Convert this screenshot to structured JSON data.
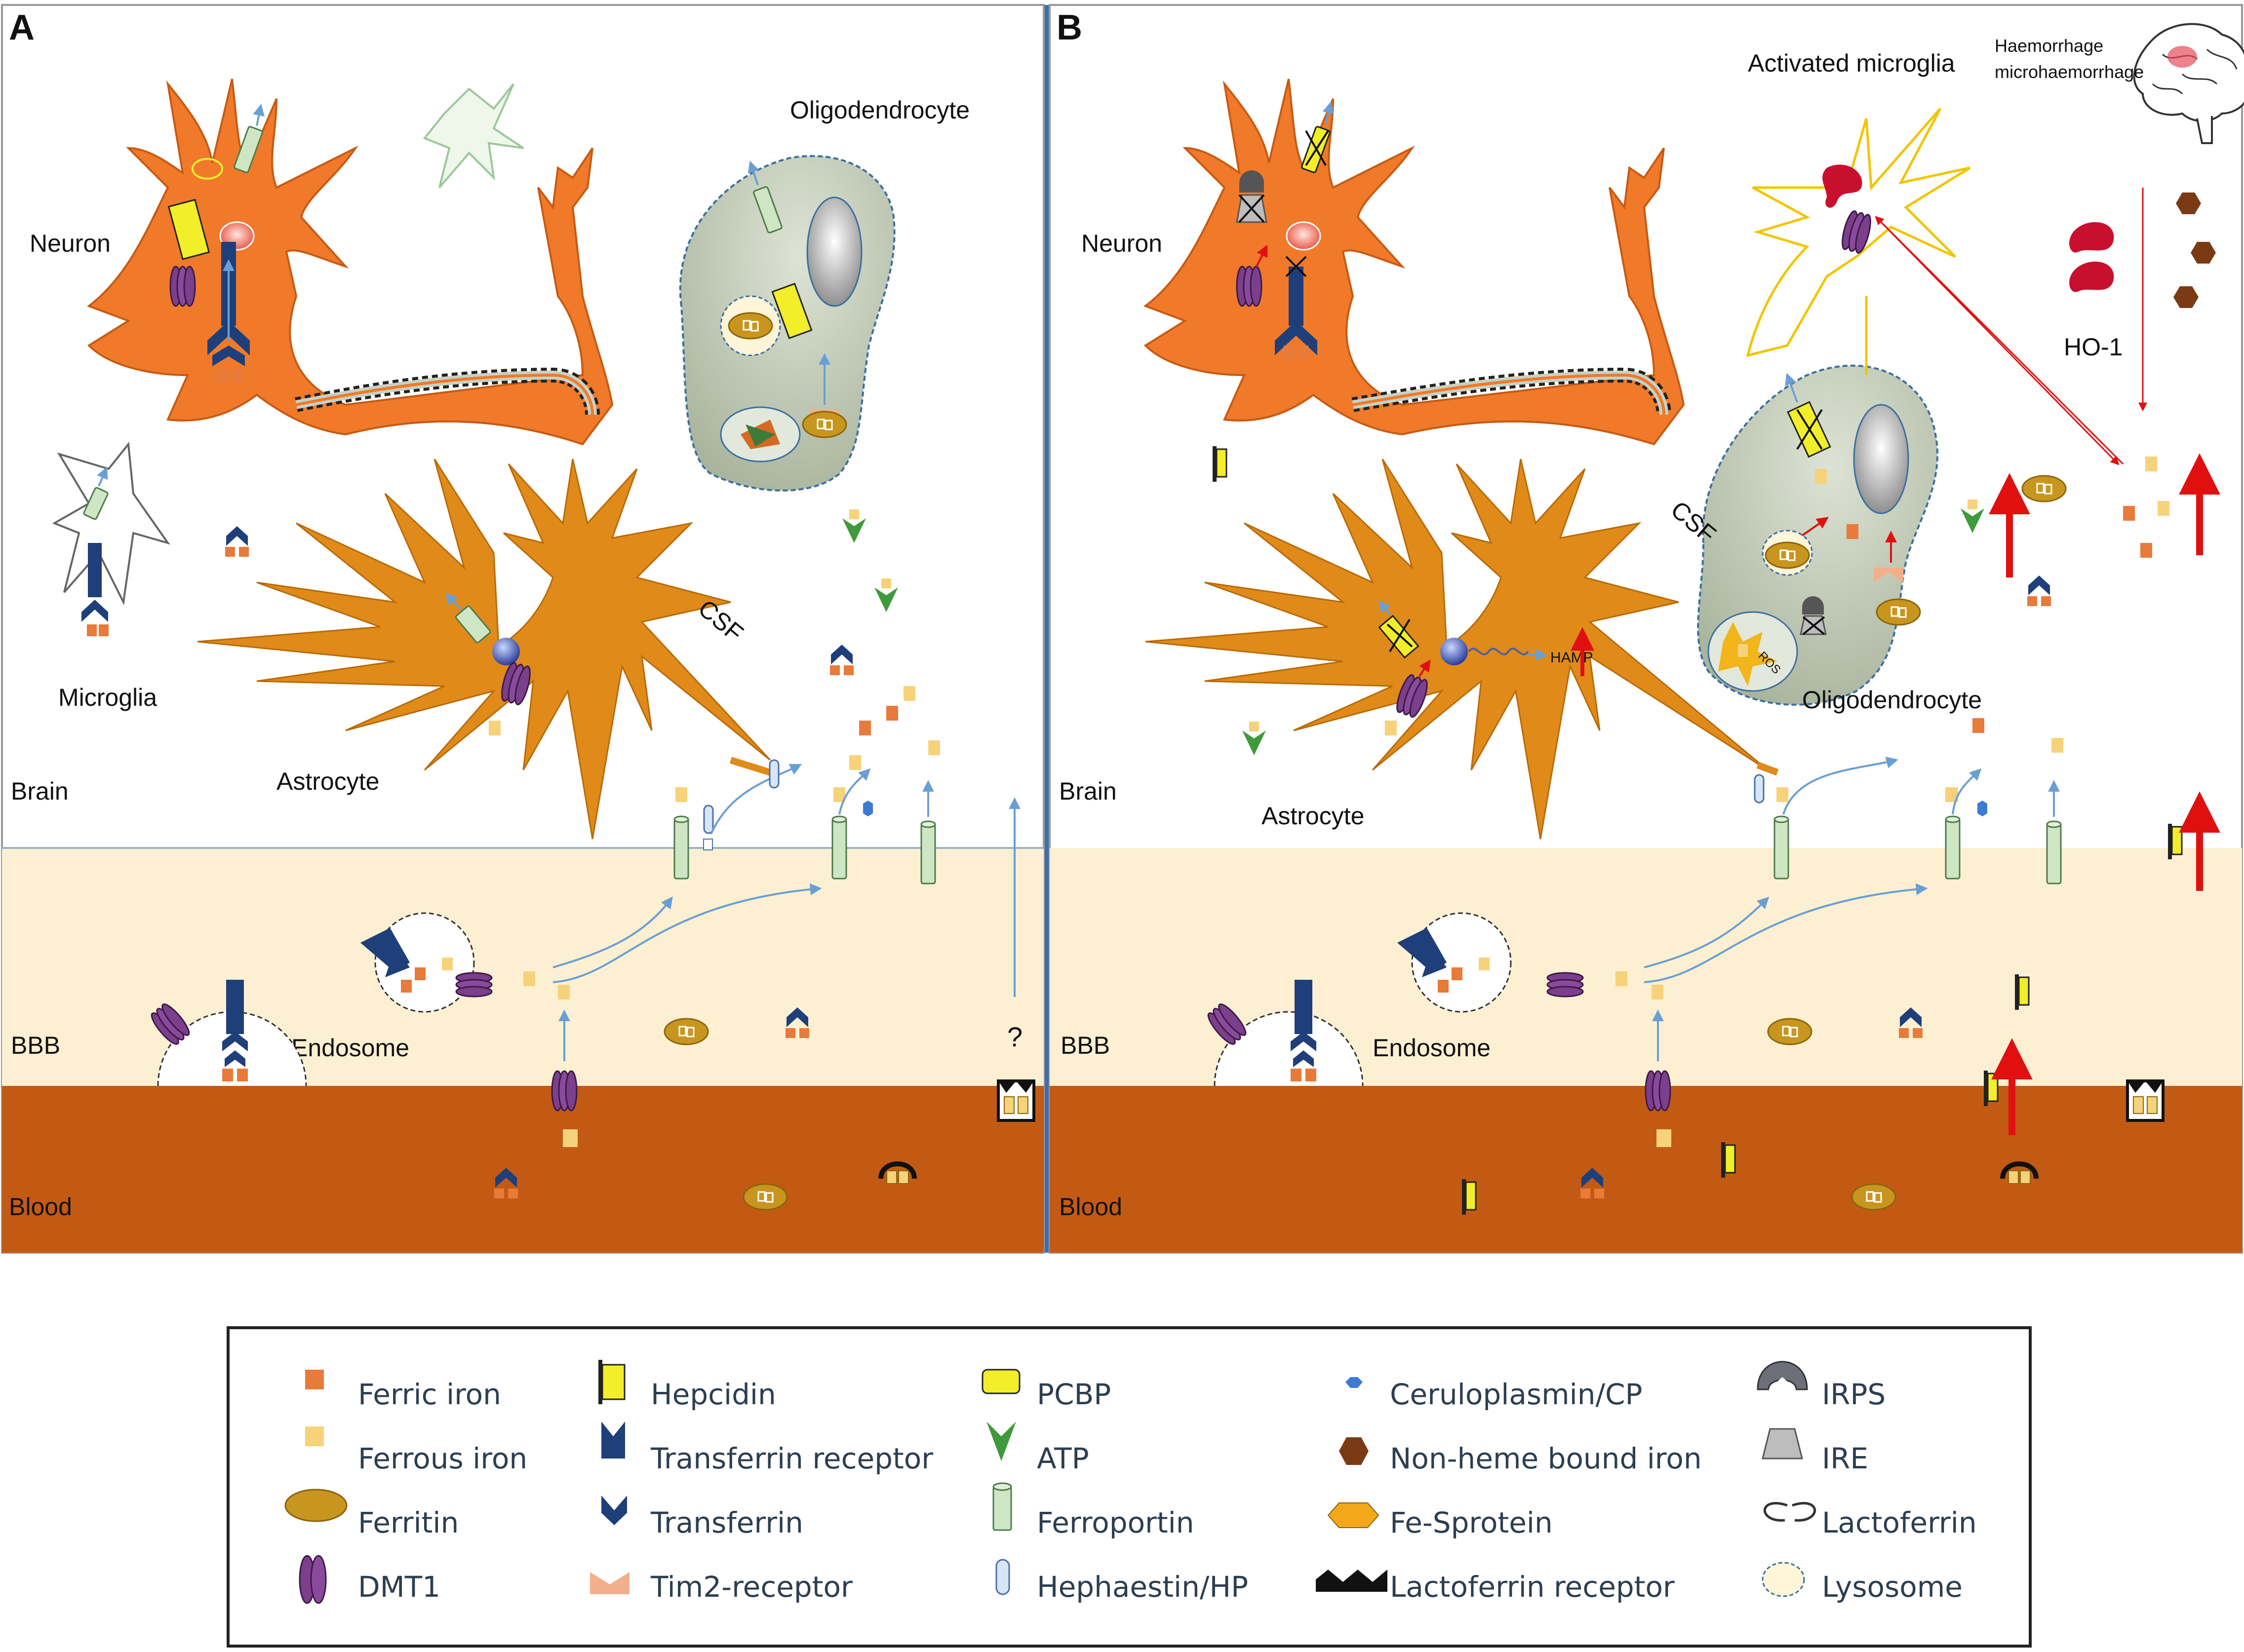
{
  "panels": {
    "a": {
      "letter": "A",
      "neuron": "Neuron",
      "oligodendrocyte": "Oligodendrocyte",
      "microglia": "Microglia",
      "astrocyte": "Astrocyte",
      "csf": "CSF",
      "brain": "Brain",
      "bbb": "BBB",
      "endosome": "Endosome",
      "blood": "Blood",
      "question": "?"
    },
    "b": {
      "letter": "B",
      "neuron": "Neuron",
      "activated_microglia": "Activated microglia",
      "haemorrhage": "Haemorrhage",
      "microhaemorrhage": "microhaemorrhage",
      "ho1": "HO-1",
      "csf": "CSF",
      "oligodendrocyte": "Oligodendrocyte",
      "astrocyte": "Astrocyte",
      "hamp": "HAMP",
      "ros": "ROS",
      "brain": "Brain",
      "bbb": "BBB",
      "endosome": "Endosome",
      "blood": "Blood"
    }
  },
  "legend": {
    "items": [
      {
        "label": "Ferric iron",
        "icon": "ferric-iron-square"
      },
      {
        "label": "Ferrous iron",
        "icon": "ferrous-iron-square"
      },
      {
        "label": "Ferritin",
        "icon": "ferritin-oval"
      },
      {
        "label": "DMT1",
        "icon": "dmt1-ovals"
      },
      {
        "label": "Hepcidin",
        "icon": "hepcidin-flag"
      },
      {
        "label": "Transferrin receptor",
        "icon": "transferrin-receptor"
      },
      {
        "label": "Transferrin",
        "icon": "transferrin-chevron"
      },
      {
        "label": "Tim2-receptor",
        "icon": "tim2-receptor"
      },
      {
        "label": "PCBP",
        "icon": "pcbp-rect"
      },
      {
        "label": "ATP",
        "icon": "atp-triangle"
      },
      {
        "label": "Ferroportin",
        "icon": "ferroportin-cylinder"
      },
      {
        "label": "Hephaestin/HP",
        "icon": "hephaestin-capsule"
      },
      {
        "label": "Ceruloplasmin/CP",
        "icon": "ceruloplasmin-hexagon"
      },
      {
        "label": "Non-heme  bound iron",
        "icon": "non-heme-iron-hexagon"
      },
      {
        "label": "Fe-Sprotein",
        "icon": "fe-s-protein-hexagon"
      },
      {
        "label": "Lactoferrin  receptor",
        "icon": "lactoferrin-receptor"
      },
      {
        "label": "IRPS",
        "icon": "irps-shape"
      },
      {
        "label": "IRE",
        "icon": "ire-trapezoid"
      },
      {
        "label": "Lactoferrin",
        "icon": "lactoferrin-ring"
      },
      {
        "label": "Lysosome",
        "icon": "lysosome-circle"
      }
    ]
  },
  "colors": {
    "blood": "#c35a14",
    "bbb": "#fdf0d2",
    "neuron": "#f07a2a",
    "astrocyte": "#e08a1a",
    "oligodendrocyte": "#c9d3bd",
    "ferric": "#e87a3a",
    "ferrous": "#f6d27a",
    "ferritin": "#c8961e",
    "dmt1": "#7b3f8c",
    "transferrin": "#1f3f7a",
    "pcbp": "#f2ee2a",
    "ferroportin": "#cfe6c5",
    "red_arrow": "#e01010",
    "arrow_blue": "#6a9fd4"
  }
}
